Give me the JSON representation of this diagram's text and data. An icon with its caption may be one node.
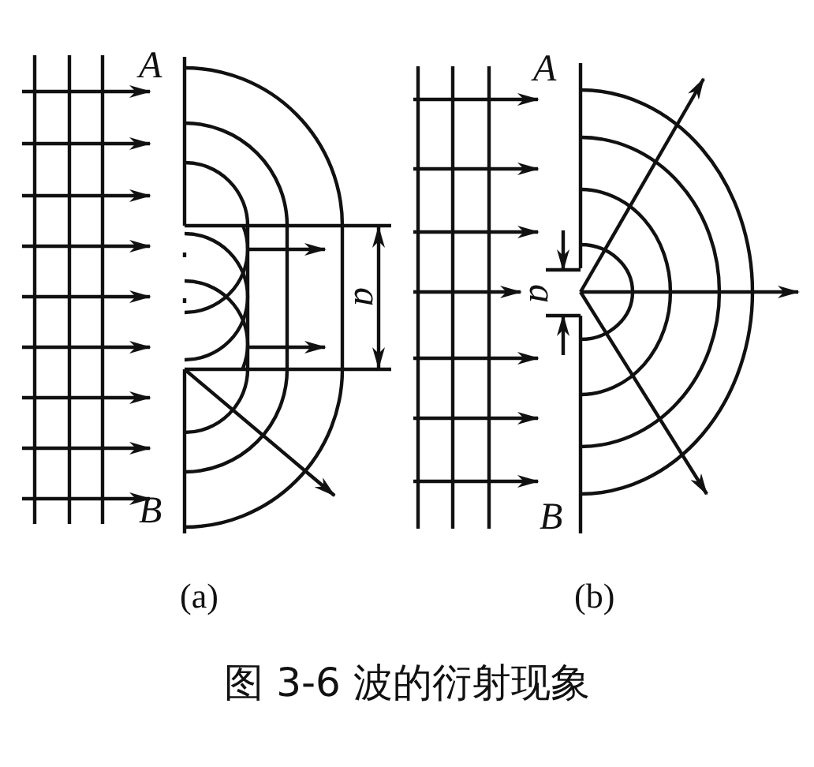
{
  "diagram": {
    "caption": "图 3-6 波的衍射现象",
    "labels": [
      "A",
      "B",
      "a",
      "(a)",
      "A",
      "B",
      "a",
      "(b)"
    ]
  }
}
